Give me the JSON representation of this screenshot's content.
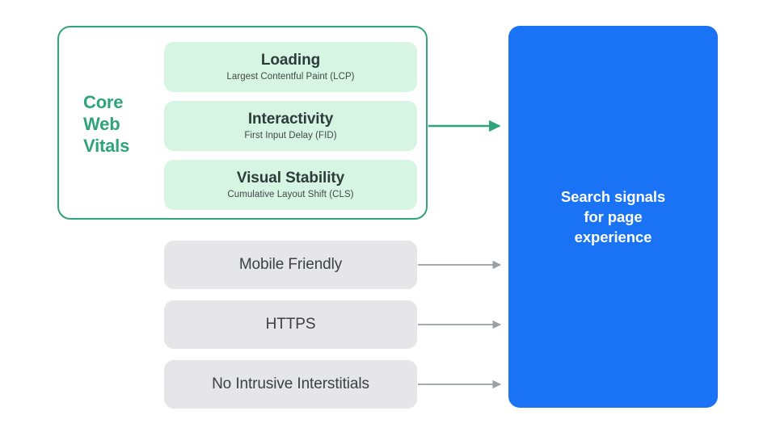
{
  "diagram": {
    "title_hidden": "",
    "colors": {
      "green_accent": "#2fa37a",
      "green_card_bg": "#d6f5e3",
      "gray_card_bg": "#e6e6e8",
      "blue_box_bg": "#1a73f5",
      "gray_arrow": "#9aa0a6",
      "dark_text": "#3c4043",
      "white_text": "#ffffff"
    },
    "core_web_vitals": {
      "group_label_lines": [
        "Core",
        "Web",
        "Vitals"
      ],
      "group_label_text": "Core Web Vitals",
      "items": [
        {
          "title": "Loading",
          "subtitle": "Largest Contentful Paint (LCP)"
        },
        {
          "title": "Interactivity",
          "subtitle": "First Input Delay (FID)"
        },
        {
          "title": "Visual Stability",
          "subtitle": "Cumulative Layout Shift (CLS)"
        }
      ]
    },
    "other_signals": [
      {
        "label": "Mobile Friendly"
      },
      {
        "label": "HTTPS"
      },
      {
        "label": "No Intrusive Interstitials"
      }
    ],
    "destination": {
      "text": "Search signals\nfor page\nexperience"
    },
    "arrows": [
      {
        "name": "core-web-vitals-arrow",
        "color": "#2fa37a"
      },
      {
        "name": "mobile-friendly-arrow",
        "color": "#9aa0a6"
      },
      {
        "name": "https-arrow",
        "color": "#9aa0a6"
      },
      {
        "name": "no-intrusive-interstitials-arrow",
        "color": "#9aa0a6"
      }
    ]
  }
}
